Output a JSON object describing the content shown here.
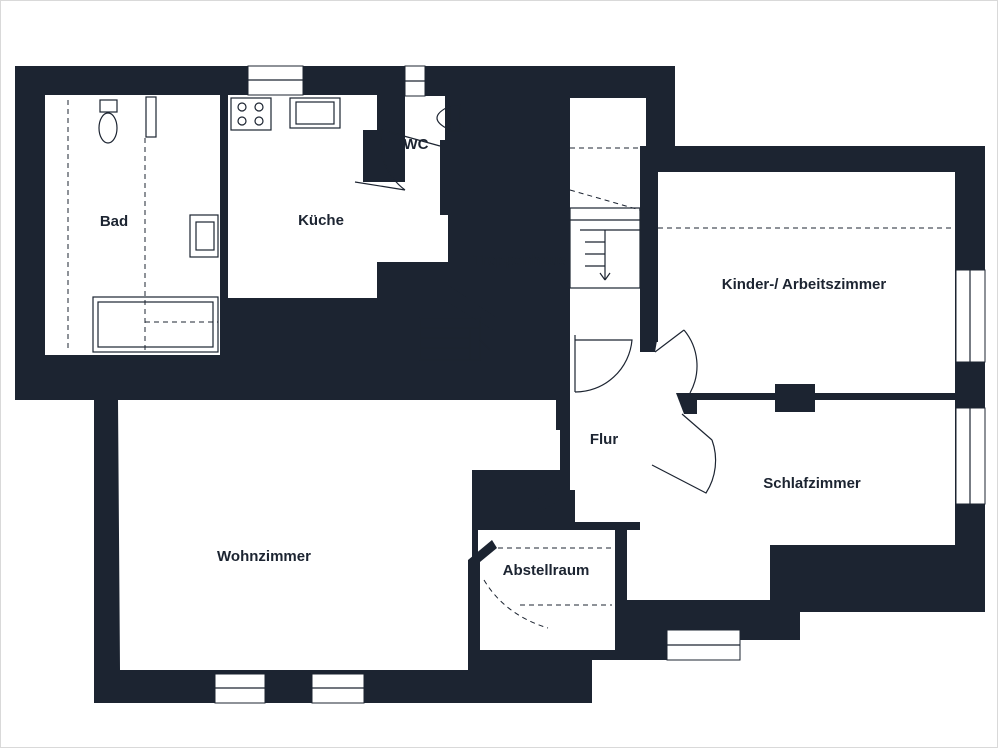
{
  "floorplan": {
    "colors": {
      "wall": "#1c2431",
      "floor": "#ffffff",
      "frame": "#d9d9d9"
    },
    "rooms": {
      "bad": "Bad",
      "kueche": "Küche",
      "wc": "WC",
      "treppenhaus": "Treppenhaus",
      "kinder_arbeitszimmer": "Kinder-/ Arbeitszimmer",
      "flur": "Flur",
      "schlafzimmer": "Schlafzimmer",
      "wohnzimmer": "Wohnzimmer",
      "abstellraum": "Abstellraum"
    }
  }
}
